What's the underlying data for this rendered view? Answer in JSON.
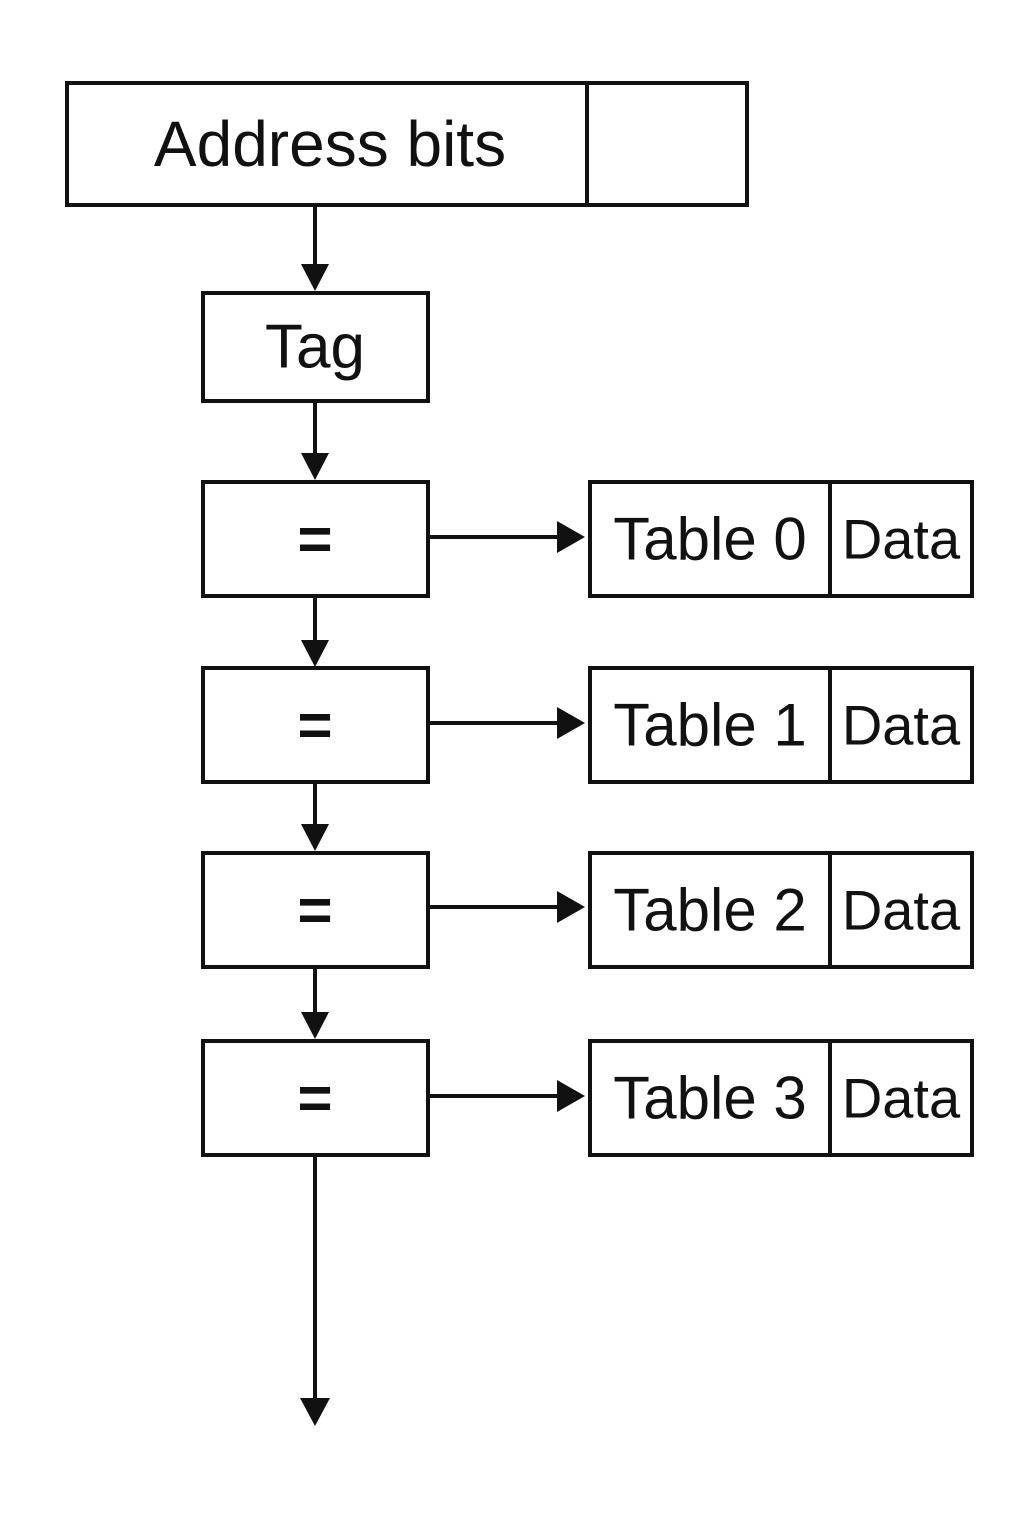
{
  "address": {
    "label": "Address bits",
    "extra_field_label": ""
  },
  "tag": {
    "label": "Tag"
  },
  "comparators": [
    {
      "symbol": "="
    },
    {
      "symbol": "="
    },
    {
      "symbol": "="
    },
    {
      "symbol": "="
    }
  ],
  "tables": [
    {
      "name": "Table 0",
      "field": "Data"
    },
    {
      "name": "Table 1",
      "field": "Data"
    },
    {
      "name": "Table 2",
      "field": "Data"
    },
    {
      "name": "Table 3",
      "field": "Data"
    }
  ]
}
